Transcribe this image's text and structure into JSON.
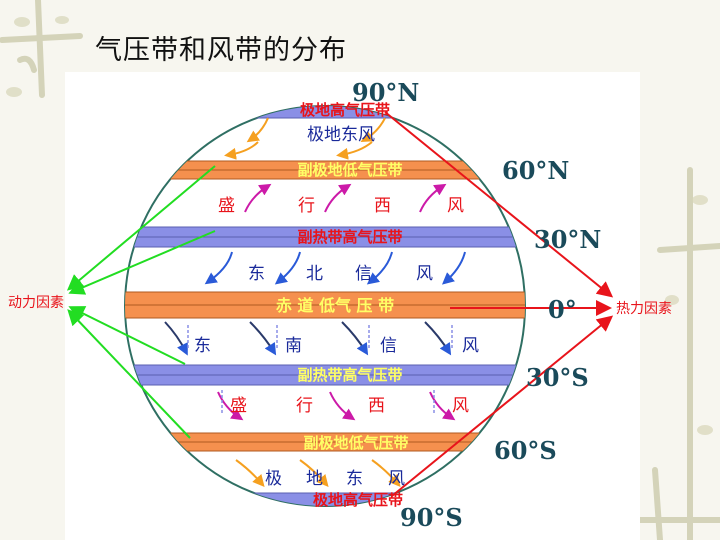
{
  "title": "气压带和风带的分布",
  "latitudes": {
    "n90": "90°N",
    "n60": "60°N",
    "n30": "30°N",
    "eq": "0°",
    "s30": "30°S",
    "s60": "60°S",
    "s90": "90°S"
  },
  "belts": {
    "polar_high_n": "极地高气压带",
    "subpolar_low_n": "副极地低气压带",
    "subtropical_high_n": "副热带高气压带",
    "equatorial_low": "赤 道 低气 压 带",
    "subtropical_high_s": "副热带高气压带",
    "subpolar_low_s": "副极地低气压带",
    "polar_high_s": "极地高气压带"
  },
  "winds": {
    "polar_easterly_n": "极地东风",
    "westerly_n": [
      "盛",
      "行",
      "西",
      "风"
    ],
    "ne_trade": [
      "东",
      "北",
      "信",
      "风"
    ],
    "se_trade": [
      "东",
      "南",
      "信",
      "风"
    ],
    "westerly_s": [
      "盛",
      "行",
      "西",
      "风"
    ],
    "polar_easterly_s": [
      "极",
      "地",
      "东",
      "风"
    ]
  },
  "factors": {
    "dynamic": "动力因素",
    "thermal": "热力因素"
  },
  "colors": {
    "orange_belt": "#f5904e",
    "blue_belt": "#8a8fe6",
    "globe_outline": "#2f6f63",
    "red": "#e8141b",
    "green": "#22dd22",
    "magenta": "#cc1aa8",
    "blue_arrow": "#2a5ad8",
    "text_blue": "#1a2a9a",
    "text_yellow": "#ffff66"
  }
}
